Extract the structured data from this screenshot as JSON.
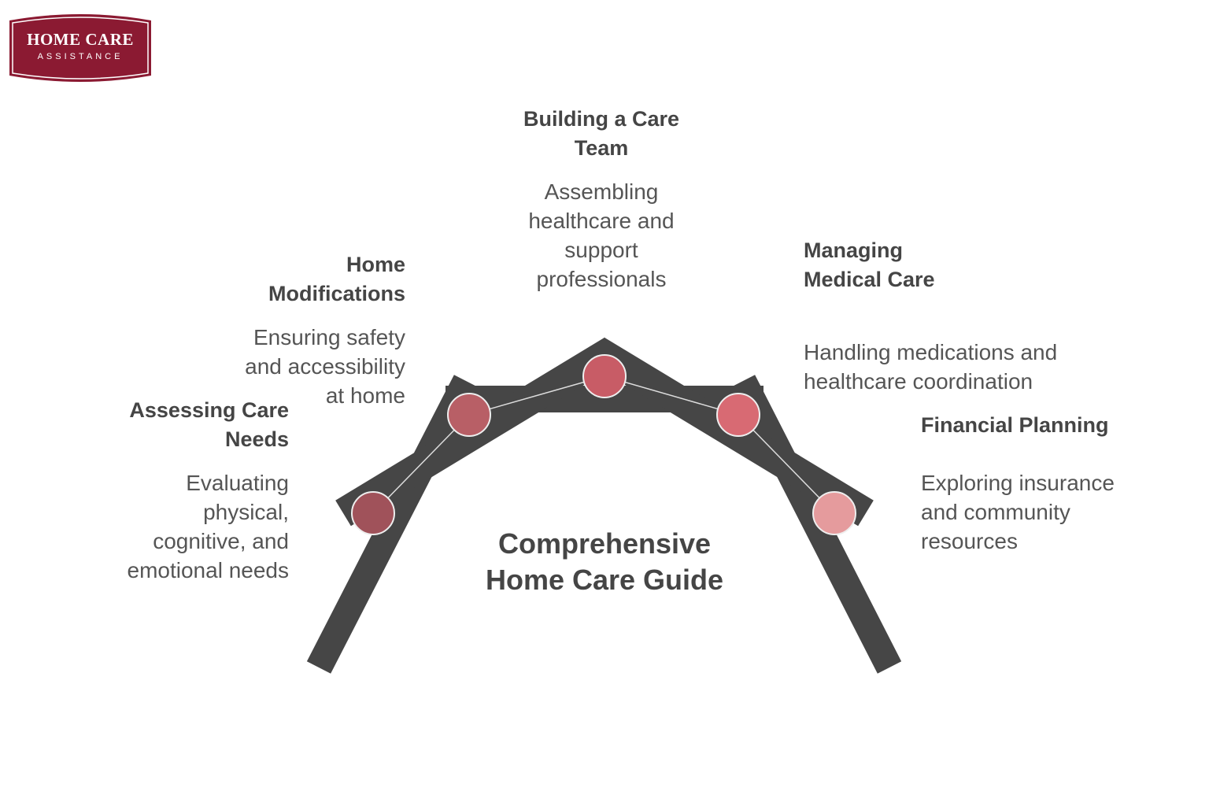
{
  "logo": {
    "main": "HOME CARE",
    "sub": "ASSISTANCE",
    "color": "#8B1A32"
  },
  "center": {
    "title": "Comprehensive\nHome Care Guide"
  },
  "steps": [
    {
      "title": "Assessing Care\nNeeds",
      "description": "Evaluating\nphysical,\ncognitive, and\nemotional needs",
      "color": "#A0525A"
    },
    {
      "title": "Home\nModifications",
      "description": "Ensuring safety\nand accessibility\nat home",
      "color": "#B85F66"
    },
    {
      "title": "Building a Care\nTeam",
      "description": "Assembling\nhealthcare and\nsupport\nprofessionals",
      "color": "#C85C66"
    },
    {
      "title": "Managing\nMedical Care",
      "description": "Handling medications and\nhealthcare coordination",
      "color": "#D86A73"
    },
    {
      "title": "Financial Planning",
      "description": "Exploring insurance\nand community\nresources",
      "color": "#E59B9D"
    }
  ]
}
